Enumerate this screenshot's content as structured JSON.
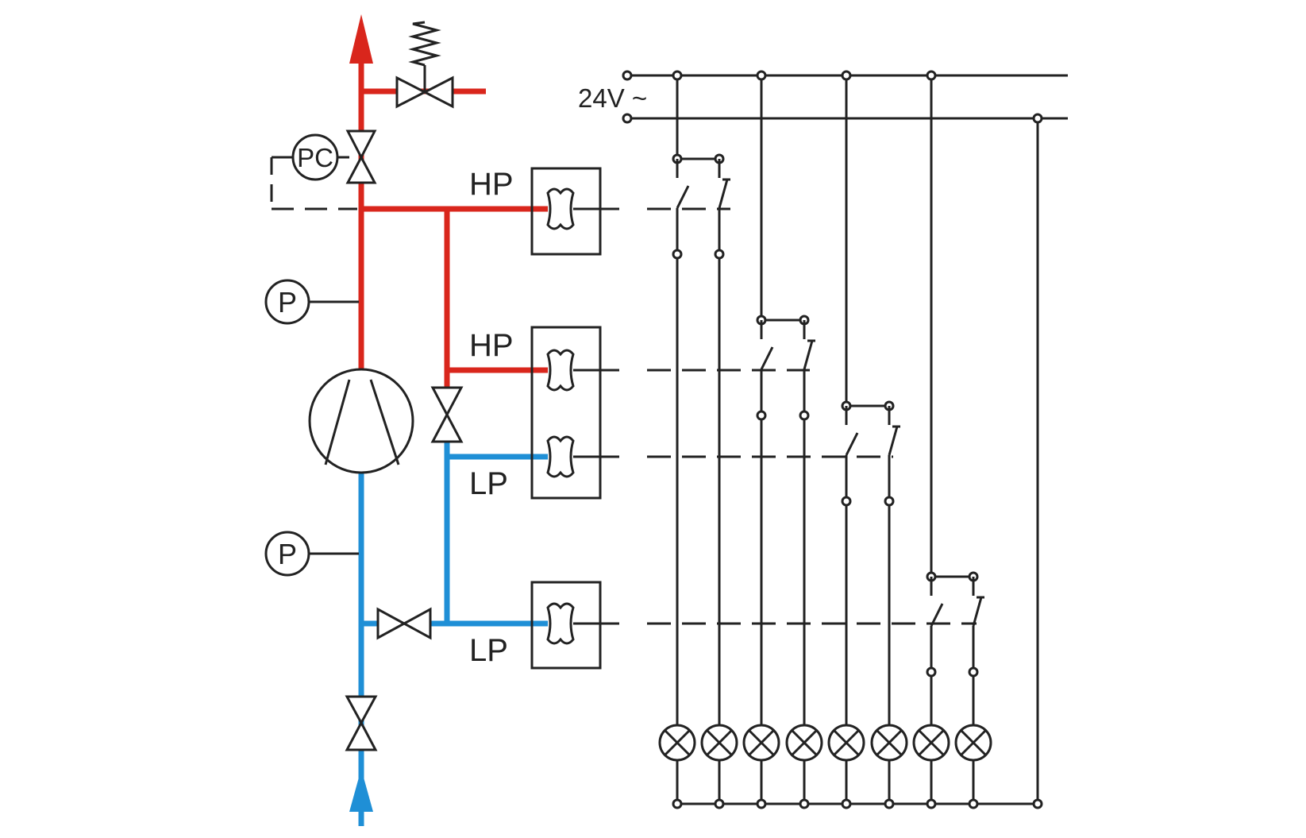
{
  "labels": {
    "supply": "24V ~",
    "hp": "HP",
    "lp": "LP",
    "pressure": "P",
    "pressure_control": "PC"
  },
  "colors": {
    "high_pressure_line": "#d9261c",
    "low_pressure_line": "#1f8fd6",
    "wiring": "#222222"
  },
  "icons": [
    "compressor-icon",
    "valve-icon",
    "safety-valve-icon",
    "pressure-switch-icon",
    "lamp-icon",
    "contact-switch-icon",
    "pressure-gauge-icon"
  ]
}
